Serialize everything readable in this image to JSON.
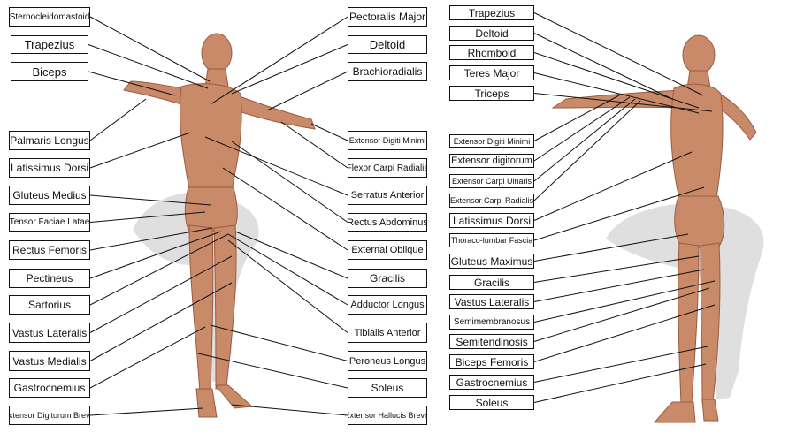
{
  "front_labels_left": [
    "Sternocleidomastoid",
    "Trapezius",
    "Biceps",
    "Palmaris Longus",
    "Latissimus Dorsi",
    "Gluteus Medius",
    "Tensor Faciae Latae",
    "Rectus Femoris",
    "Pectineus",
    "Sartorius",
    "Vastus Lateralis",
    "Vastus Medialis",
    "Gastrocnemius",
    "Extensor Digitorum Brevis"
  ],
  "front_labels_right": [
    "Pectoralis Major",
    "Deltoid",
    "Brachioradialis",
    "Extensor Digiti Minimi",
    "Flexor Carpi Radialis",
    "Serratus Anterior",
    "Rectus Abdominus",
    "External Oblique",
    "Gracilis",
    "Adductor Longus",
    "Tibialis Anterior",
    "Peroneus Longus",
    "Soleus",
    "Extensor Hallucis Brevis"
  ],
  "back_labels": [
    "Trapezius",
    "Deltoid",
    "Rhomboid",
    "Teres Major",
    "Triceps",
    "Extensor Digiti Minimi",
    "Extensor digitorum",
    "Extensor Carpi Ulnaris",
    "Extensor Carpi Radialis",
    "Latissimus Dorsi",
    "Thoraco-lumbar Fascia",
    "Gluteus Maximus",
    "Gracilis",
    "Vastus Lateralis",
    "Semimembranosus",
    "Semitendinosis",
    "Biceps Femoris",
    "Gastrocnemius",
    "Soleus"
  ],
  "colors": {
    "muscle": "#c98a6a",
    "muscle_dark": "#9c5a3e",
    "shadow": "#d9d9d9",
    "line": "#111111"
  }
}
